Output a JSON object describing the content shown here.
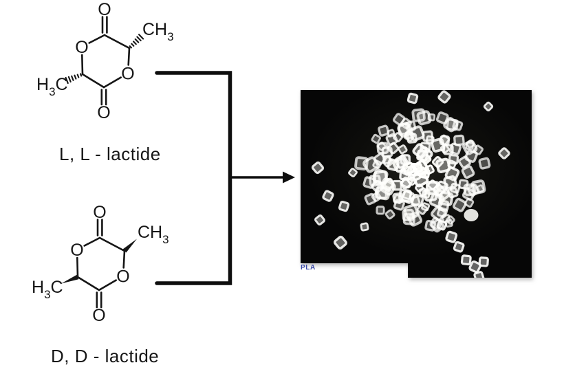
{
  "scheme": {
    "molecules": [
      {
        "name": "ll-lactide",
        "label": "L, L - lactide",
        "stereo": "hashed",
        "atoms": {
          "o_top": "O",
          "o_ring_left": "O",
          "o_ring_right": "O",
          "o_bottom": "O",
          "methyl_ch": "CH",
          "methyl_sub": "3",
          "hmethyl_h": "H",
          "hmethyl_sub": "3",
          "hmethyl_c": "C"
        }
      },
      {
        "name": "dd-lactide",
        "label": "D, D - lactide",
        "stereo": "wedge",
        "atoms": {
          "o_top": "O",
          "o_ring_left": "O",
          "o_ring_right": "O",
          "o_bottom": "O",
          "methyl_ch": "CH",
          "methyl_sub": "3",
          "hmethyl_h": "H",
          "hmethyl_sub": "3",
          "hmethyl_c": "C"
        }
      }
    ],
    "reaction": {
      "arrow_direction": "right"
    }
  },
  "photo": {
    "caption": "PLA",
    "caption_color": "#3a49a8",
    "background": "#0a0a09",
    "description": "pile of translucent white PLA plastic pellets on black background"
  },
  "colors": {
    "ink": "#161616",
    "page_bg": "#ffffff"
  }
}
